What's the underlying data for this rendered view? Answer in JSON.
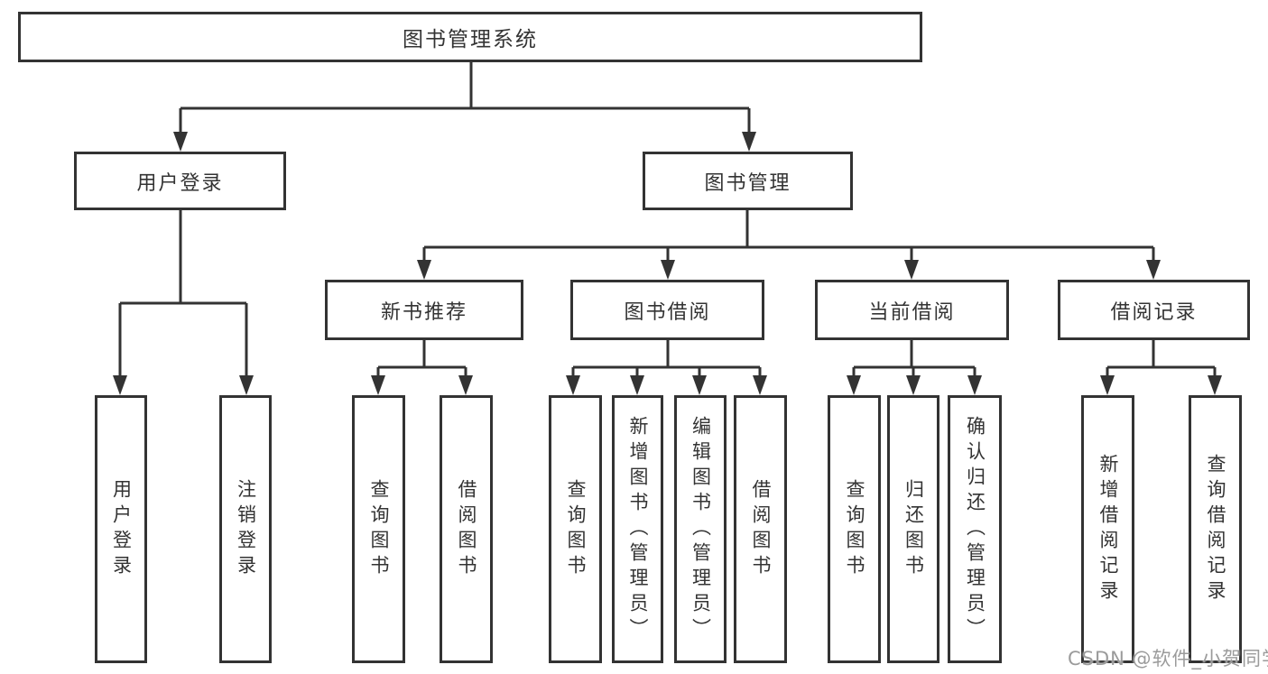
{
  "diagram": {
    "root_label": "图书管理系统",
    "user_login": {
      "label": "用户登录",
      "leaves": [
        "用户登录",
        "注销登录"
      ]
    },
    "book_manage": {
      "label": "图书管理",
      "sections": [
        {
          "label": "新书推荐",
          "leaves": [
            "查询图书",
            "借阅图书"
          ]
        },
        {
          "label": "图书借阅",
          "leaves": [
            "查询图书",
            "新增图书（管理员）",
            "编辑图书（管理员）",
            "借阅图书"
          ]
        },
        {
          "label": "当前借阅",
          "leaves": [
            "查询图书",
            "归还图书",
            "确认归还（管理员）"
          ]
        },
        {
          "label": "借阅记录",
          "leaves": [
            "新增借阅记录",
            "查询借阅记录"
          ]
        }
      ]
    },
    "watermark": "CSDN @软件_小贺同学",
    "colors": {
      "line": "#333333",
      "text": "#333333",
      "background": "#ffffff",
      "watermark": "#9b9b9b"
    }
  }
}
